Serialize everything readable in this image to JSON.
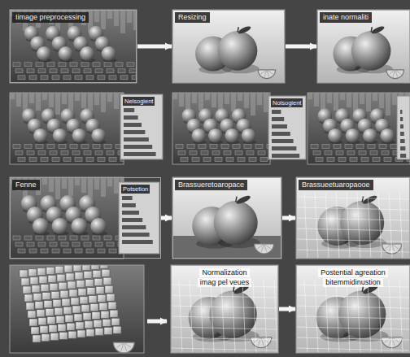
{
  "diagram": {
    "nodes": [
      {
        "text": [
          "Iimage preprocessing"
        ]
      },
      {
        "text": [
          "Resizing"
        ]
      },
      {
        "text": [
          "inate normaliti"
        ]
      },
      {
        "text": [
          "Nelsogient"
        ]
      },
      {
        "text": [
          "Nolsogient"
        ]
      },
      {
        "text": [
          "Fenne"
        ]
      },
      {
        "text": [
          "Potsetion"
        ],
        "in": 5
      },
      {
        "text": [
          "Brassueretoaropace"
        ]
      },
      {
        "text": [
          "Brassueetuaropaooe"
        ]
      },
      {
        "text": [
          "Normalization",
          "imag pel veues"
        ]
      },
      {
        "text": [
          "Postential agreation",
          "bitemmidinustion"
        ]
      }
    ],
    "edges": [
      {
        "from": 0,
        "to": 1,
        "arrow": "to"
      },
      {
        "from": 1,
        "to": 2,
        "arrow": "to"
      },
      {
        "from": 6,
        "to": 7,
        "arrow": "to"
      },
      {
        "from": 7,
        "to": 8,
        "arrow": "to"
      },
      {
        "from": 9,
        "to": 10,
        "arrow": "to"
      }
    ]
  }
}
